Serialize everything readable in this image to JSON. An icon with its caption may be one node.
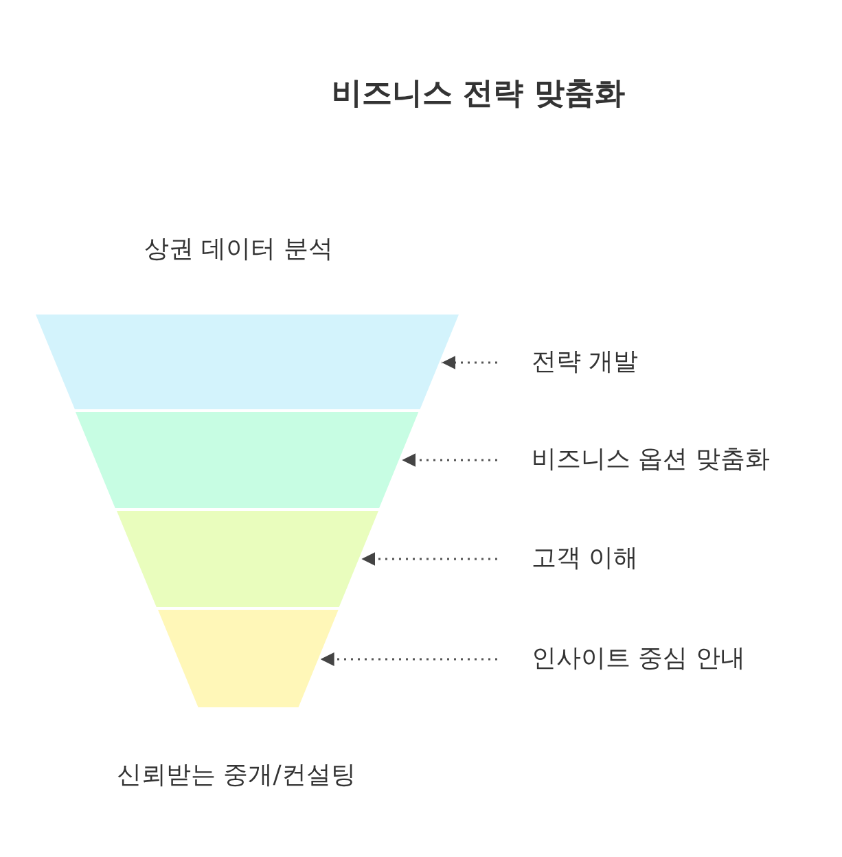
{
  "diagram": {
    "title": "비즈니스 전략 맞춤화",
    "nodes": [
      {
        "text": [],
        "shape": "trapezoid"
      },
      {
        "text": [],
        "shape": "trapezoid"
      },
      {
        "text": [],
        "shape": "trapezoid"
      },
      {
        "text": [],
        "shape": "trapezoid"
      },
      {
        "text": [
          "전략 개발"
        ]
      },
      {
        "text": [
          "비즈니스 옵션 맞춤화"
        ]
      },
      {
        "text": [
          "고객 이해"
        ]
      },
      {
        "text": [
          "인사이트 중심 안내"
        ]
      }
    ],
    "edges": [
      {
        "from": 4,
        "to": 0,
        "arrow": "to"
      },
      {
        "from": 5,
        "to": 1,
        "arrow": "to"
      },
      {
        "from": 6,
        "to": 2,
        "arrow": "to"
      },
      {
        "from": 7,
        "to": 3,
        "arrow": "to"
      }
    ],
    "labels": [
      "상권 데이터 분석",
      "신뢰받는 중개/컨설팅"
    ]
  }
}
